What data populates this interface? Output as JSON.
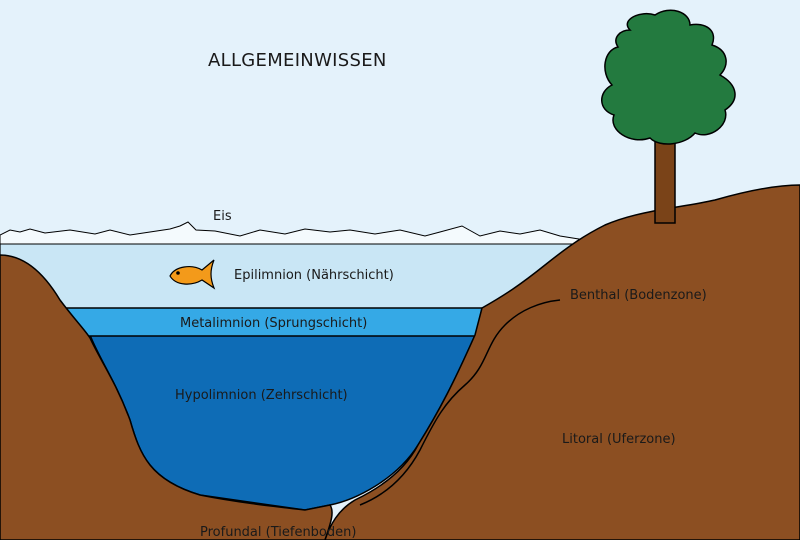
{
  "title": "ALLGEMEINWISSEN",
  "labels": {
    "ice": "Eis",
    "epilimnion": "Epilimnion (Nährschicht)",
    "metalimnion": "Metalimnion (Sprungschicht)",
    "hypolimnion": "Hypolimnion (Zehrschicht)",
    "benthal": "Benthal (Bodenzone)",
    "litoral": "Litoral (Uferzone)",
    "profundal": "Profundal (Tiefenboden)"
  },
  "colors": {
    "sky": "#e4f2fb",
    "ice": "#f4fafd",
    "epilimnion": "#c9e6f5",
    "metalimnion": "#35a9e6",
    "hypolimnion": "#0e6cb6",
    "soil": "#8c4f22",
    "tree_crown": "#237a3f",
    "tree_trunk": "#7a4318",
    "fish": "#f39a1a"
  }
}
